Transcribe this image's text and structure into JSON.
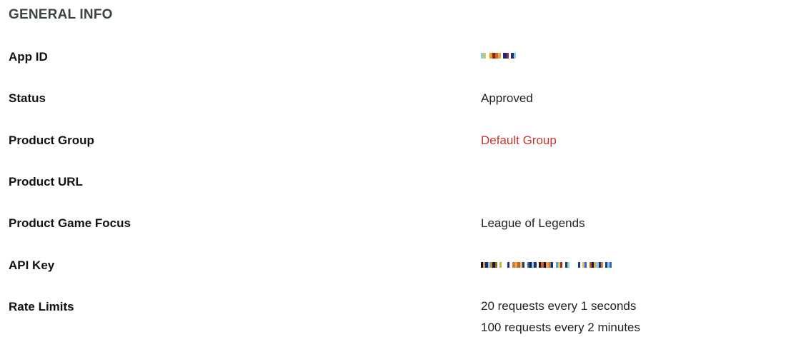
{
  "section": {
    "title": "GENERAL INFO"
  },
  "rows": [
    {
      "label": "App ID",
      "value": ""
    },
    {
      "label": "Status",
      "value": "Approved"
    },
    {
      "label": "Product Group",
      "value": "Default Group"
    },
    {
      "label": "Product URL",
      "value": ""
    },
    {
      "label": "Product Game Focus",
      "value": "League of Legends"
    },
    {
      "label": "API Key",
      "value": ""
    },
    {
      "label": "Rate Limits",
      "values": [
        "20 requests every 1 seconds",
        "100 requests every 2 minutes"
      ]
    }
  ],
  "colors": {
    "link": "#c8352c",
    "title": "#3a4346"
  }
}
